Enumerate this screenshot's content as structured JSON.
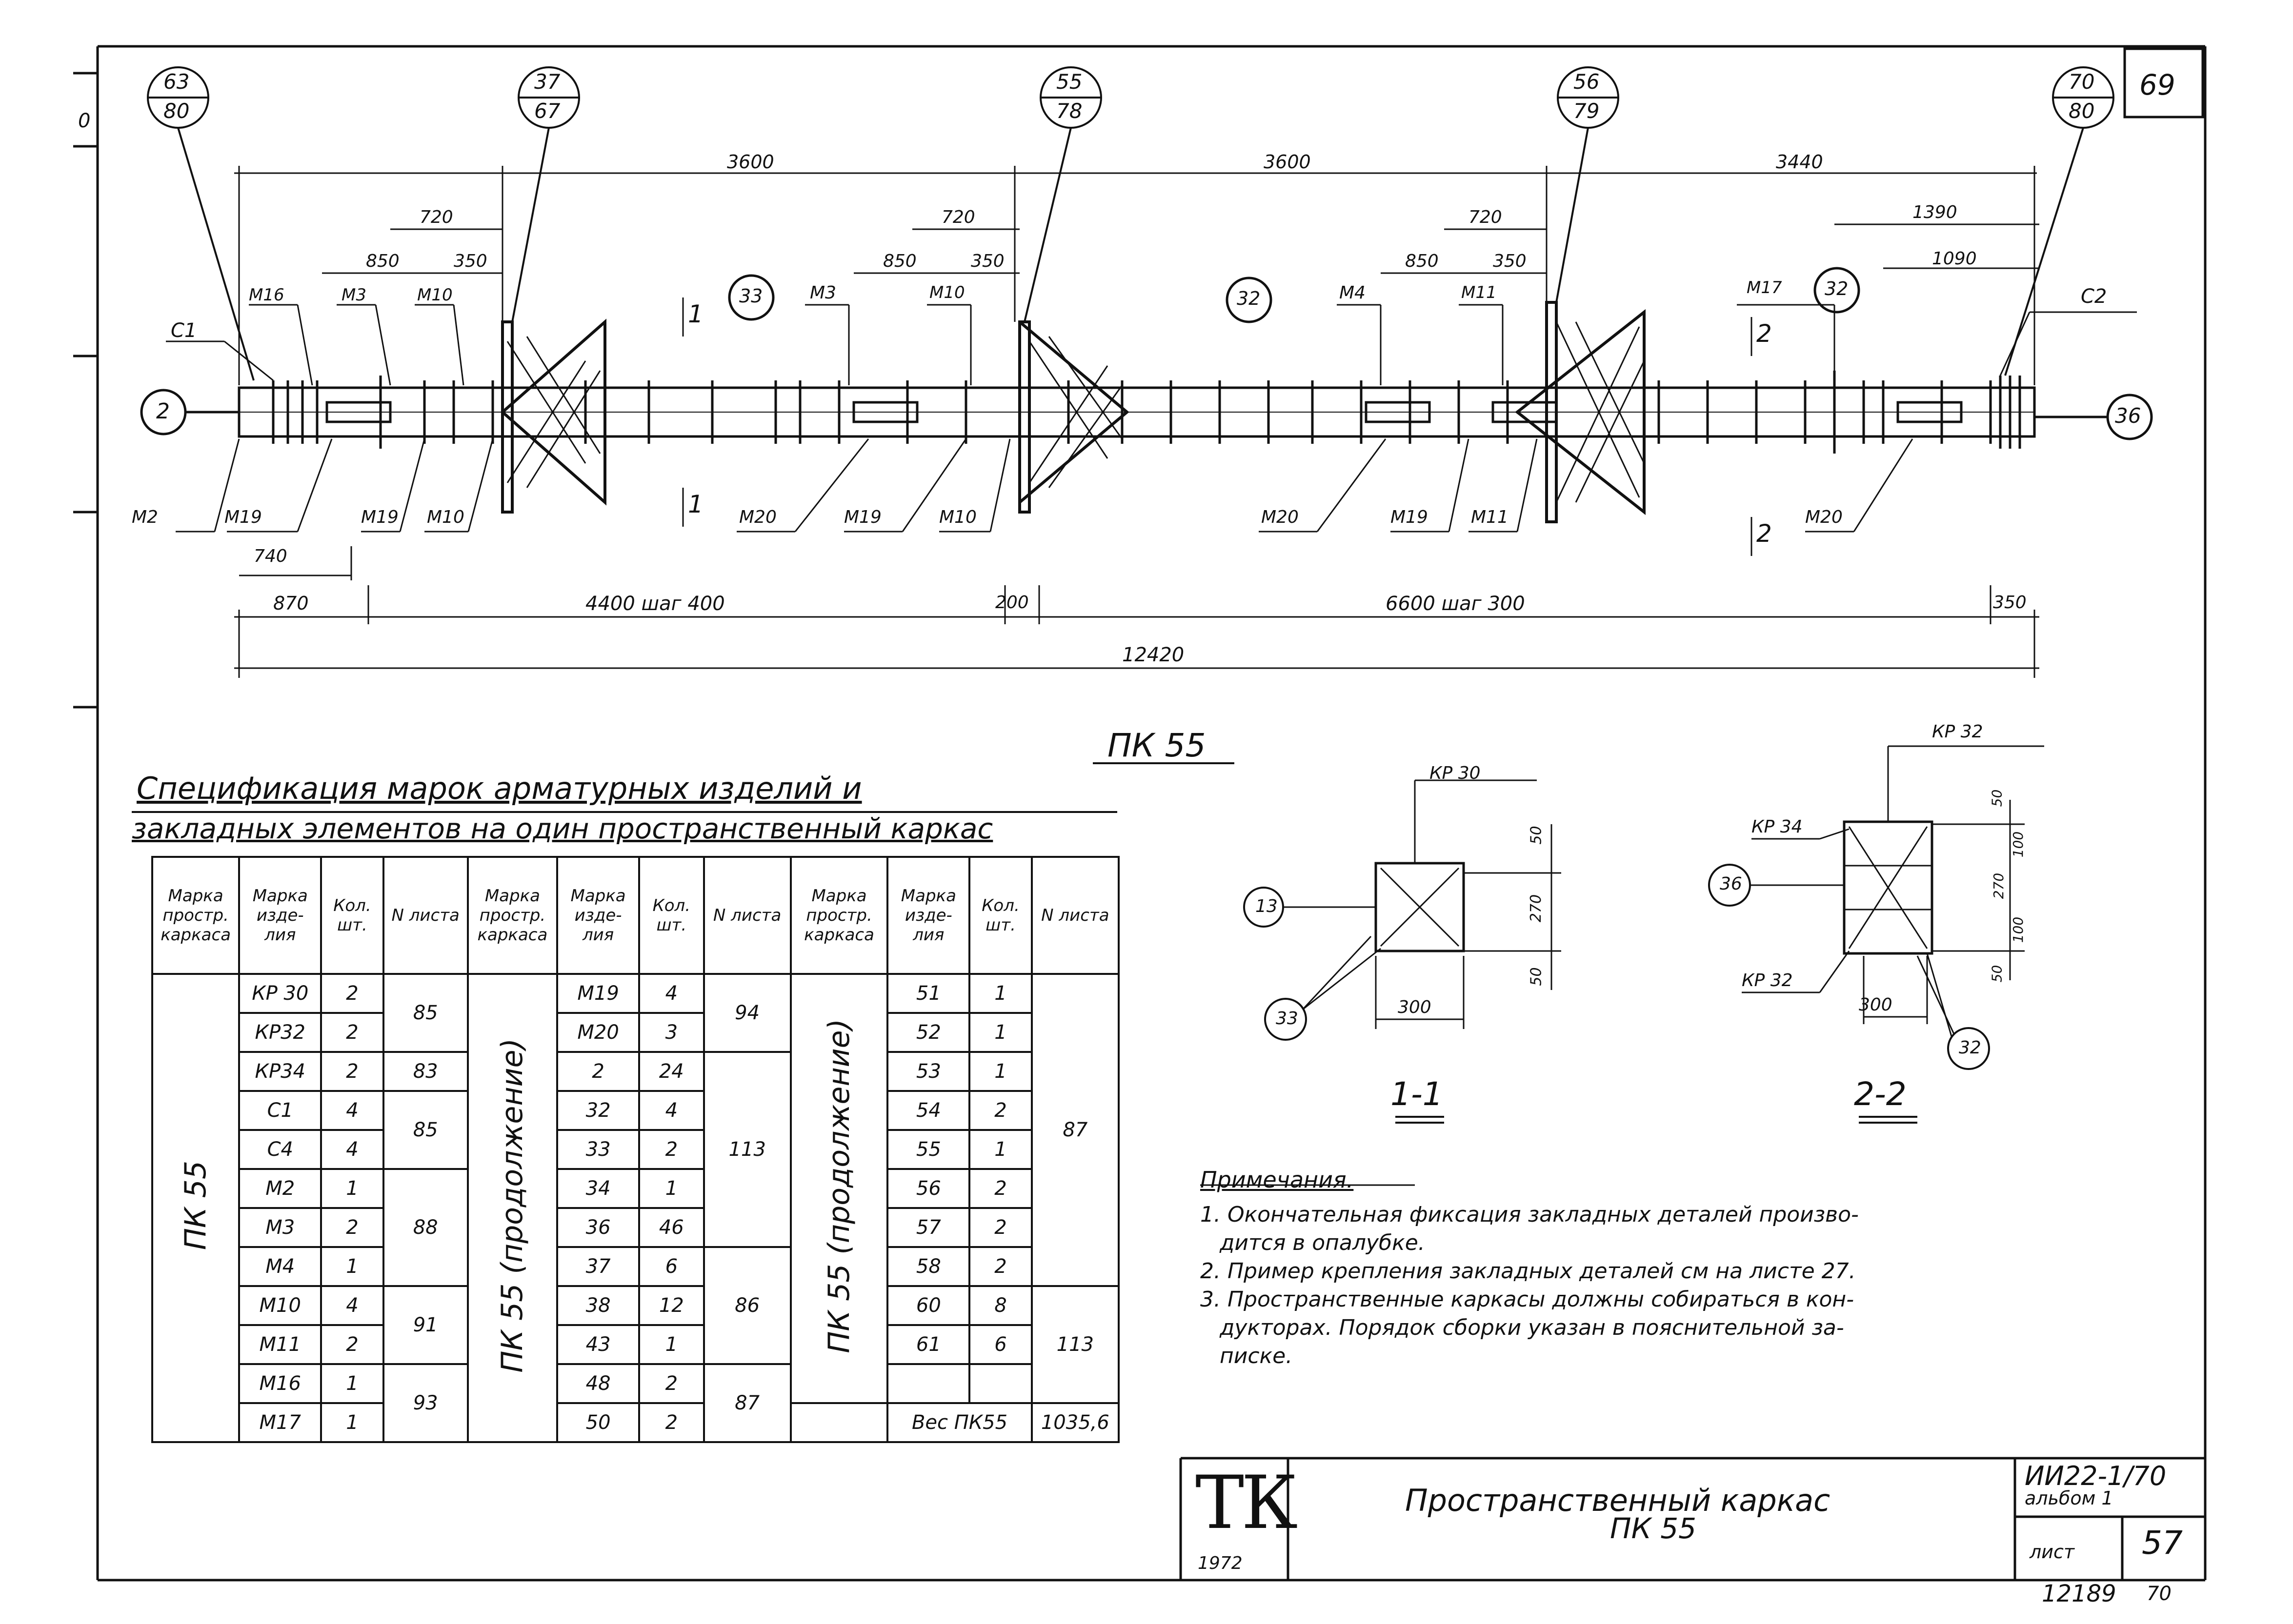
{
  "sheet_number_corner": "69",
  "page_number_bottom": "70",
  "archive_number": "12189",
  "margin_mark_top": "0",
  "plan": {
    "callouts": {
      "c1": {
        "top": "63",
        "bottom": "80"
      },
      "c2": {
        "top": "37",
        "bottom": "67"
      },
      "c3": {
        "top": "55",
        "bottom": "78"
      },
      "c4": {
        "top": "56",
        "bottom": "79"
      },
      "c5": {
        "top": "70",
        "bottom": "80"
      }
    },
    "circles": {
      "left_end": "2",
      "right_end": "36",
      "c33": "33",
      "c32a": "32",
      "c32b": "32"
    },
    "dimensions": {
      "d3600a": "3600",
      "d3600b": "3600",
      "d3440": "3440",
      "d720a": "720",
      "d720b": "720",
      "d720c": "720",
      "d850a": "850",
      "d850b": "850",
      "d850c": "850",
      "d350a": "350",
      "d350b": "350",
      "d350c": "350",
      "d1390": "1390",
      "d1090": "1090",
      "d740": "740",
      "d870": "870",
      "d4400": "4400  шаг 400",
      "d200": "200",
      "d6600": "6600  шаг 300",
      "d350end": "350",
      "d12420": "12420"
    },
    "labels": {
      "m16": "М16",
      "c1": "С1",
      "m3a": "М3",
      "m10a": "М10",
      "m2": "М2",
      "m19a": "М19",
      "m19b": "М19",
      "m10b": "М10",
      "m3b": "М3",
      "m10c": "М10",
      "m20a": "М20",
      "m19c": "М19",
      "m10d": "М10",
      "m4": "М4",
      "m11a": "М11",
      "m20b": "М20",
      "m19d": "М19",
      "m11b": "М11",
      "m17": "М17",
      "c2": "С2",
      "m20c": "М20",
      "sec1a": "1",
      "sec1b": "1",
      "sec2a": "2",
      "sec2b": "2"
    }
  },
  "pk_title": "ПК 55",
  "spec": {
    "title_line1": "Спецификация марок арматурных изделий  и",
    "title_line2": "закладных элементов на один пространственный каркас",
    "headers": [
      "Марка простр. каркаса",
      "Марка изде- лия",
      "Кол. шт.",
      "N листа"
    ],
    "group1_label": "ПК 55",
    "group2_label": "ПК 55 (продолжение)",
    "group3_label": "ПК 55 (продолжение)",
    "col1": [
      {
        "mark": "КР 30",
        "qty": "2"
      },
      {
        "mark": "КР32",
        "qty": "2"
      },
      {
        "mark": "КР34",
        "qty": "2"
      },
      {
        "mark": "С1",
        "qty": "4"
      },
      {
        "mark": "С4",
        "qty": "4"
      },
      {
        "mark": "М2",
        "qty": "1"
      },
      {
        "mark": "М3",
        "qty": "2"
      },
      {
        "mark": "М4",
        "qty": "1"
      },
      {
        "mark": "М10",
        "qty": "4"
      },
      {
        "mark": "М11",
        "qty": "2"
      },
      {
        "mark": "М16",
        "qty": "1"
      },
      {
        "mark": "М17",
        "qty": "1"
      }
    ],
    "col1_sheets": [
      "85",
      "83",
      "85",
      "88",
      "91",
      "93"
    ],
    "col2": [
      {
        "mark": "М19",
        "qty": "4"
      },
      {
        "mark": "М20",
        "qty": "3"
      },
      {
        "mark": "2",
        "qty": "24"
      },
      {
        "mark": "32",
        "qty": "4"
      },
      {
        "mark": "33",
        "qty": "2"
      },
      {
        "mark": "34",
        "qty": "1"
      },
      {
        "mark": "36",
        "qty": "46"
      },
      {
        "mark": "37",
        "qty": "6"
      },
      {
        "mark": "38",
        "qty": "12"
      },
      {
        "mark": "43",
        "qty": "1"
      },
      {
        "mark": "48",
        "qty": "2"
      },
      {
        "mark": "50",
        "qty": "2"
      }
    ],
    "col2_sheets": [
      "94",
      "113",
      "86",
      "87"
    ],
    "col3": [
      {
        "mark": "51",
        "qty": "1"
      },
      {
        "mark": "52",
        "qty": "1"
      },
      {
        "mark": "53",
        "qty": "1"
      },
      {
        "mark": "54",
        "qty": "2"
      },
      {
        "mark": "55",
        "qty": "1"
      },
      {
        "mark": "56",
        "qty": "2"
      },
      {
        "mark": "57",
        "qty": "2"
      },
      {
        "mark": "58",
        "qty": "2"
      },
      {
        "mark": "60",
        "qty": "8"
      },
      {
        "mark": "61",
        "qty": "6"
      }
    ],
    "col3_sheets": [
      "87",
      "113"
    ],
    "weight_label": "Вес ПК55",
    "weight_value": "1035,6"
  },
  "section1": {
    "title": "1-1",
    "kr": "КР 30",
    "c13": "13",
    "c33": "33",
    "d50a": "50",
    "d270": "270",
    "d50b": "50",
    "d300": "300"
  },
  "section2": {
    "title": "2-2",
    "kr_top": "КР 32",
    "kr34": "КР 34",
    "kr_bottom": "КР 32",
    "c36": "36",
    "c32": "32",
    "d50a": "50",
    "d100a": "100",
    "d270": "270",
    "d100b": "100",
    "d50b": "50",
    "d300": "300"
  },
  "notes": {
    "heading": "Примечания.",
    "n1a": "1. Окончательная фиксация закладных деталей произво-",
    "n1b": "дится в опалубке.",
    "n2": "2. Пример крепления закладных деталей см на листе 27.",
    "n3a": "3. Пространственные каркасы должны собираться в кон-",
    "n3b": "дукторах.  Порядок сборки указан в пояснительной за-",
    "n3c": "писке."
  },
  "titleblock": {
    "logo": "ТК",
    "year": "1972",
    "title1": "Пространственный  каркас",
    "title2": "ПК 55",
    "series": "ИИ22-1/70",
    "album": "альбом  1",
    "sheet_label": "лист",
    "sheet_value": "57"
  }
}
